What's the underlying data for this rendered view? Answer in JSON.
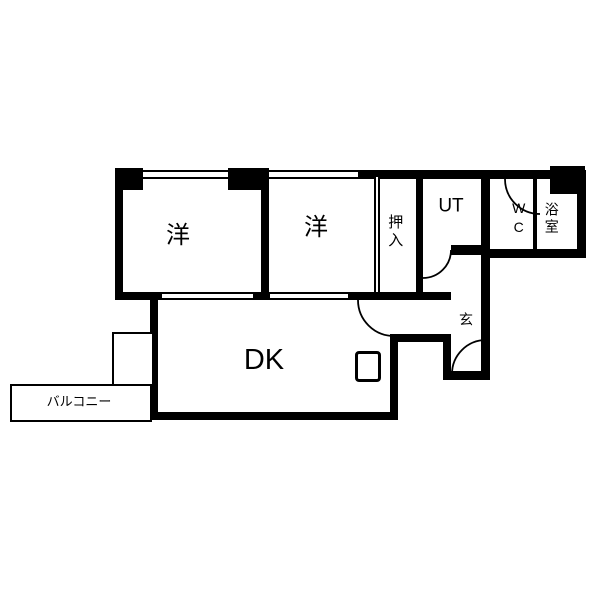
{
  "colors": {
    "wall": "#000000",
    "background": "#ffffff"
  },
  "labels": {
    "room_west_1": "洋",
    "room_west_2": "洋",
    "closet": "押入",
    "utility": "UT",
    "toilet": "WC",
    "bath": "浴室",
    "entrance": "玄",
    "dining_kitchen": "DK",
    "balcony": "バルコニー"
  }
}
